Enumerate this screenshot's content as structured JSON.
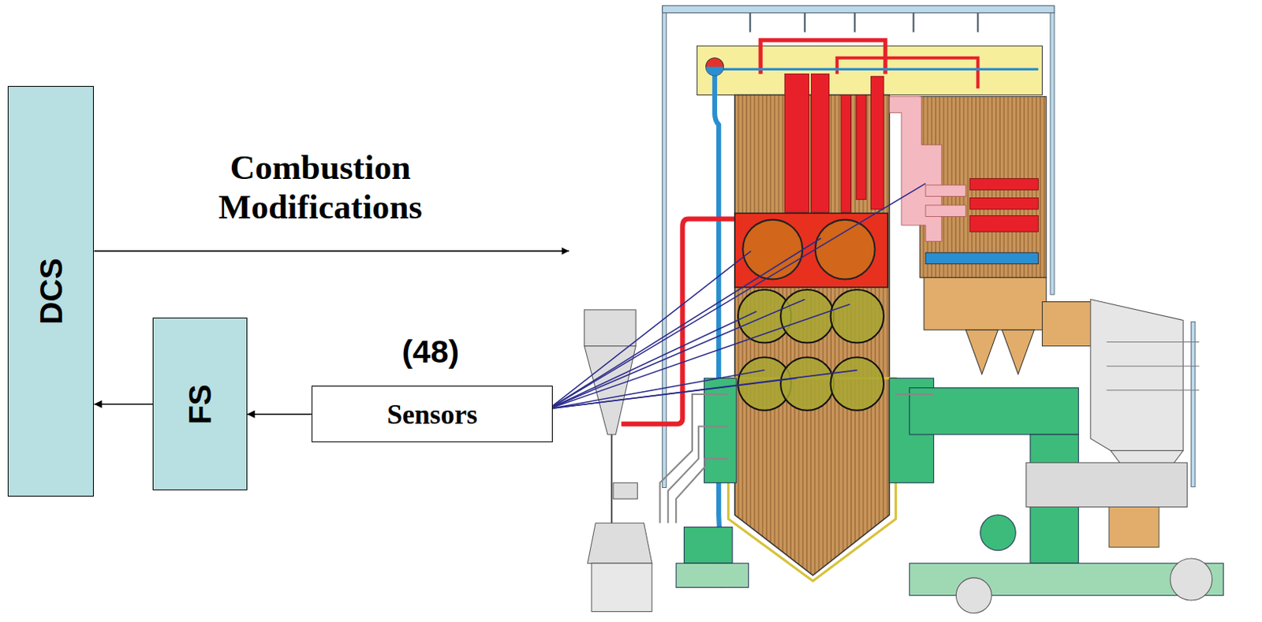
{
  "diagram": {
    "nodes": [
      {
        "text": [
          "DCS"
        ]
      },
      {
        "text": [
          "FS"
        ]
      },
      {
        "text": [
          "Sensors"
        ]
      }
    ],
    "edges": [
      {
        "from": 2,
        "to": 1,
        "arrow": "to"
      },
      {
        "from": 1,
        "to": 0,
        "arrow": "to"
      }
    ],
    "labels": [
      "Combustion Modifications",
      "(48)"
    ]
  }
}
